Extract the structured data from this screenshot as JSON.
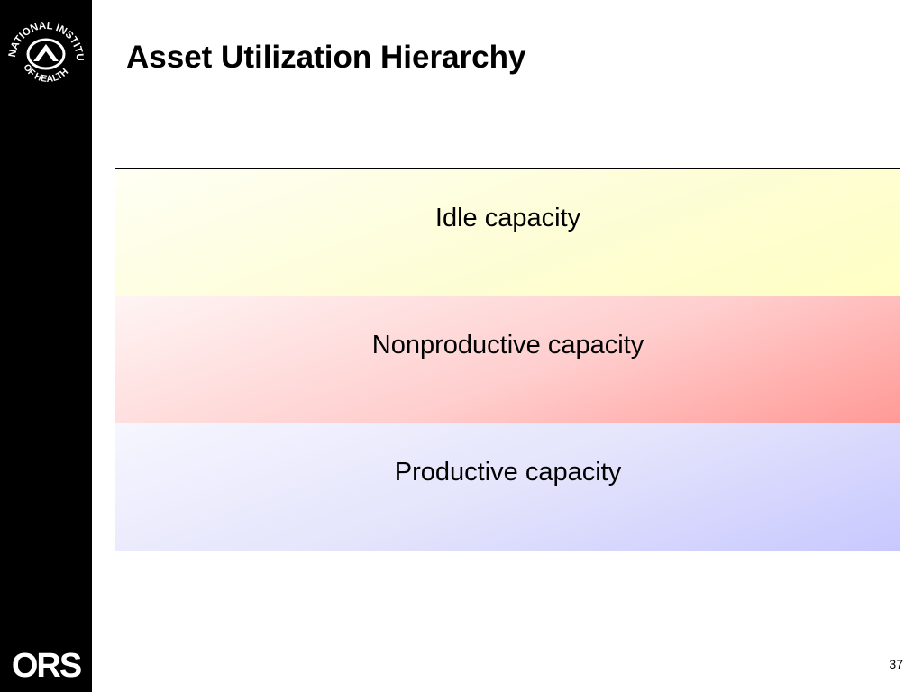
{
  "slide": {
    "title": "Asset Utilization Hierarchy",
    "page_number": "37"
  },
  "sidebar": {
    "seal_text": "NATIONAL INSTITUTES OF HEALTH",
    "logo_text": "ORS",
    "background": "#000000"
  },
  "hierarchy": {
    "tiers": [
      {
        "label": "Idle capacity",
        "color": "#ffffc8"
      },
      {
        "label": "Nonproductive capacity",
        "color": "#ff9d99"
      },
      {
        "label": "Productive capacity",
        "color": "#ccccff"
      }
    ]
  }
}
